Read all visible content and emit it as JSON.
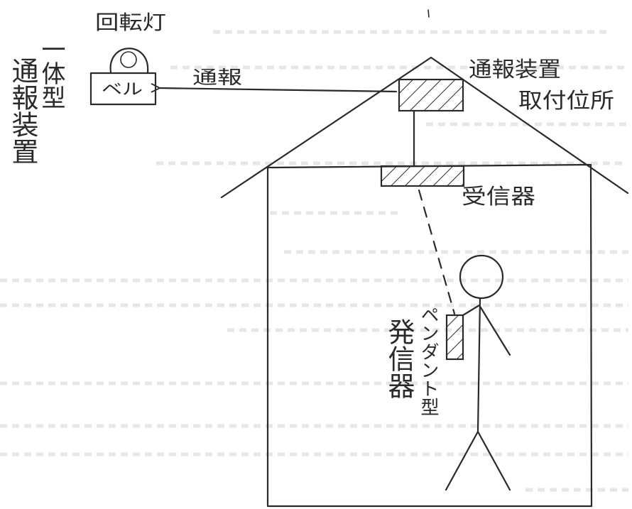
{
  "labels": {
    "rotating_lamp": "回転灯",
    "bell": "ベル",
    "integrated_top": "一体型",
    "integrated_side": "通報装置",
    "report": "通報",
    "device_location_line1": "通報装置",
    "device_location_line2": "取付位所",
    "receiver": "受信器",
    "transmitter": "発信器",
    "pendant_type": "ペンダント型"
  },
  "colors": {
    "ink": "#2a2a2a",
    "paper": "#ffffff",
    "faint_bleed": "#e6e6e6"
  }
}
